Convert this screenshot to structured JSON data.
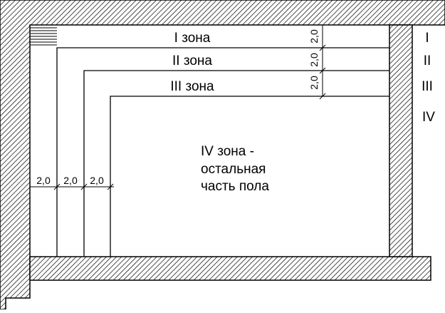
{
  "zones": {
    "zone1": "I зона",
    "zone2": "II зона",
    "zone3": "III зона",
    "zone4_line1": "IV зона -",
    "zone4_line2": "остальная",
    "zone4_line3": "часть пола"
  },
  "side_labels": [
    "I",
    "II",
    "III",
    "IV"
  ],
  "dimension_label": "2,0",
  "colors": {
    "ink": "#000000",
    "background": "#ffffff"
  }
}
